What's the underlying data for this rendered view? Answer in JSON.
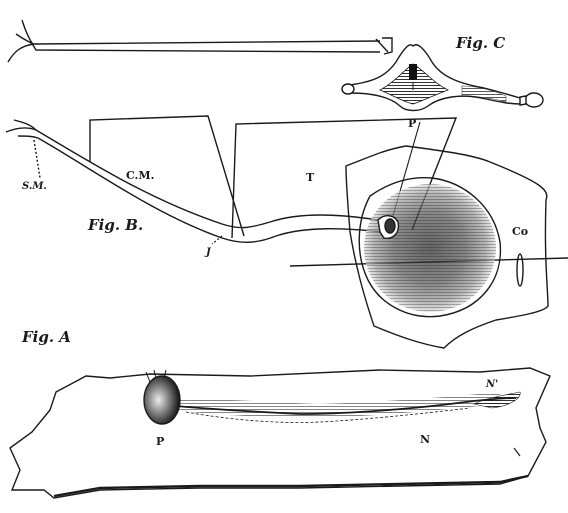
{
  "figures": {
    "fig_a": "Fig. A",
    "fig_b": "Fig. B.",
    "fig_c": "Fig. C"
  },
  "labels": {
    "cm": "C.M.",
    "t": "T",
    "sm": "S.M.",
    "j": "J",
    "co": "Co",
    "p_c": "P",
    "p_a": "P",
    "n": "N",
    "n_prime": "N'"
  },
  "colors": {
    "ink": "#1a1a1a",
    "paper": "#ffffff"
  }
}
